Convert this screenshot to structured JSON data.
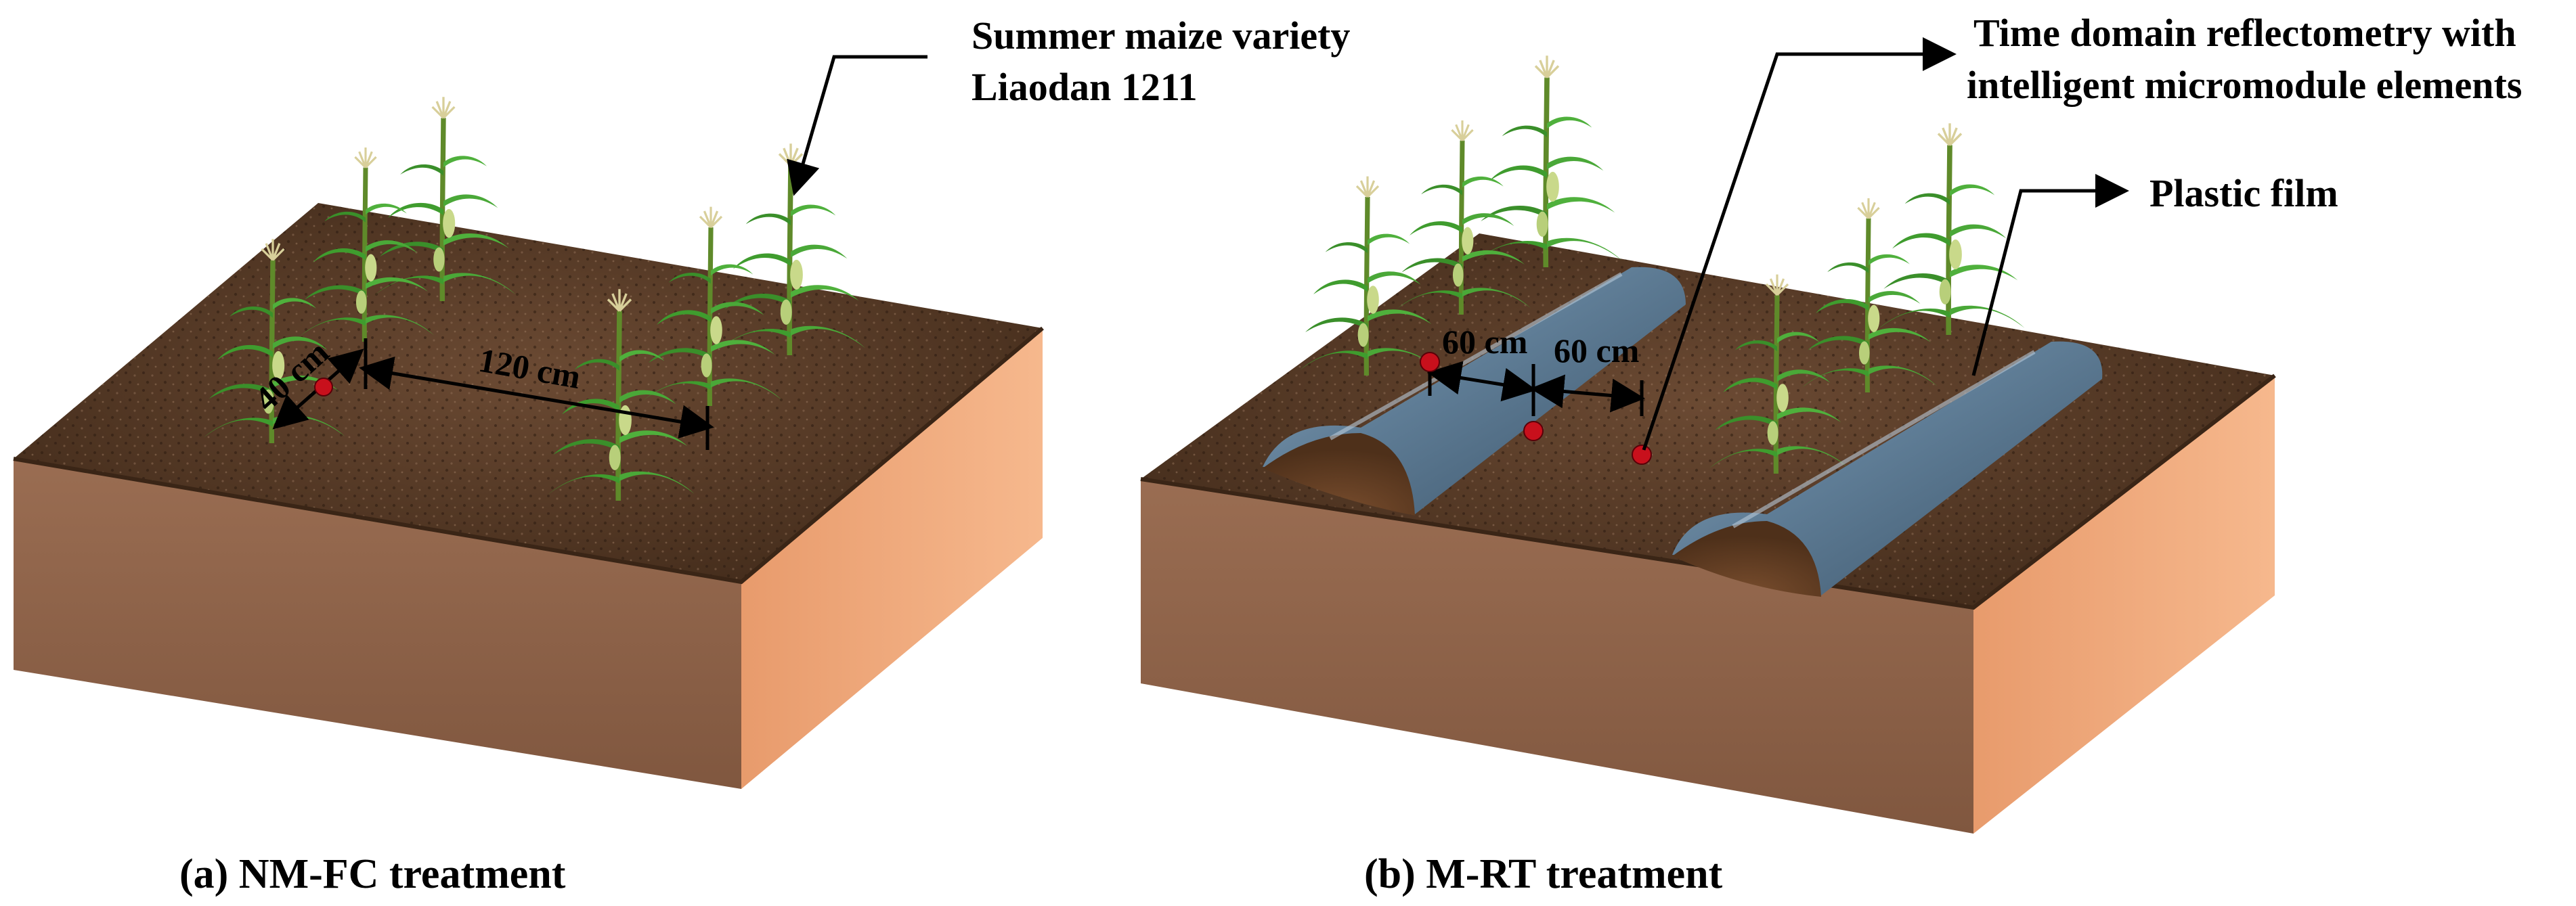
{
  "panels": {
    "a": {
      "caption": "(a) NM-FC treatment",
      "dimension_plant_spacing": "40 cm",
      "dimension_row_spacing": "120 cm"
    },
    "b": {
      "caption": "(b) M-RT treatment",
      "dimension_left": "60 cm",
      "dimension_right": "60 cm"
    }
  },
  "callouts": {
    "maize": [
      "Summer maize variety",
      "Liaodan 1211"
    ],
    "tdr": [
      "Time domain reflectometry with",
      "intelligent micromodule elements"
    ],
    "film": "Plastic film"
  },
  "colors": {
    "soil_top": "#5a3b26",
    "soil_front": "#8f634b",
    "soil_side": "#f0a97a",
    "film": "#5f7d96",
    "ridge_soil": "#6e4528",
    "sensor": "#c8101c",
    "leaf": "#3f9c2e",
    "line": "#000000"
  }
}
